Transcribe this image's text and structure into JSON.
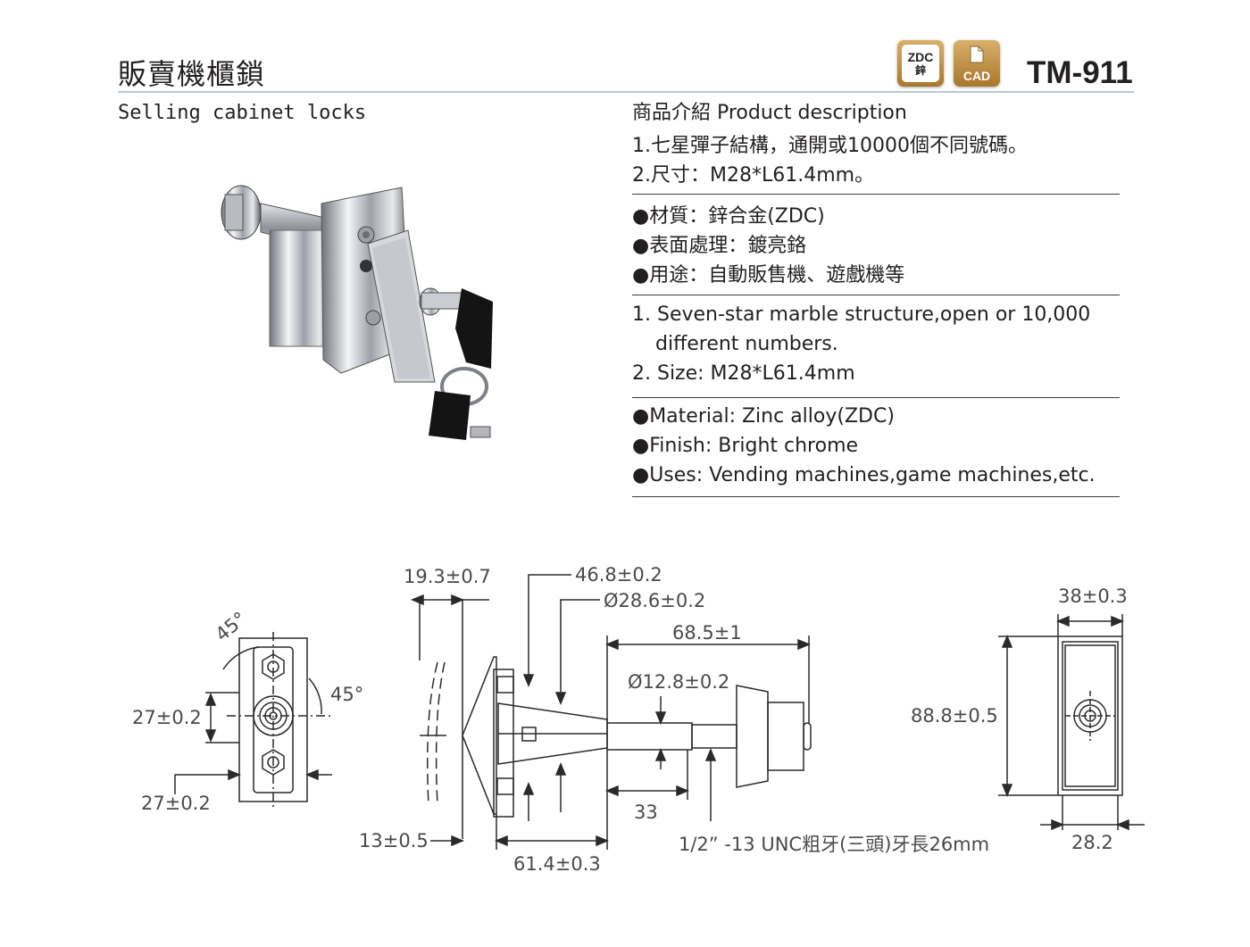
{
  "header": {
    "title_zh": "販賣機櫃鎖",
    "subtitle_en": "Selling cabinet locks",
    "model": "TM-911",
    "badges": [
      {
        "line1": "ZDC",
        "line2": "鋅"
      },
      {
        "line1": "CAD"
      }
    ]
  },
  "description": {
    "heading": "商品介紹 Product description",
    "zh_items": [
      "1.七星彈子結構，通開或10000個不同號碼。",
      "2.尺寸：M28*L61.4mm。"
    ],
    "zh_bullets": [
      "●材質：鋅合金(ZDC)",
      "●表面處理：鍍亮鉻",
      "●用途：自動販售機、遊戲機等"
    ],
    "en_items": [
      "1. Seven-star marble structure,open or 10,000",
      "different numbers.",
      "2. Size: M28*L61.4mm"
    ],
    "en_bullets": [
      "●Material: Zinc alloy(ZDC)",
      "●Finish: Bright chrome",
      "●Uses: Vending machines,game machines,etc."
    ]
  },
  "drawing": {
    "dims": {
      "angle_top": "45°",
      "angle_right": "45°",
      "height_27a": "27±0.2",
      "height_27b": "27±0.2",
      "d_19_3": "19.3±0.7",
      "d_46_8": "46.8±0.2",
      "d_28_6": "Ø28.6±0.2",
      "d_68_5": "68.5±1",
      "d_12_8": "Ø12.8±0.2",
      "d_13": "13±0.5",
      "d_61_4": "61.4±0.3",
      "d_33": "33",
      "thread": "1/2”  -13 UNC粗牙(三頭)牙長26mm",
      "d_38": "38±0.3",
      "d_88_8": "88.8±0.5",
      "d_28_2": "28.2"
    }
  }
}
